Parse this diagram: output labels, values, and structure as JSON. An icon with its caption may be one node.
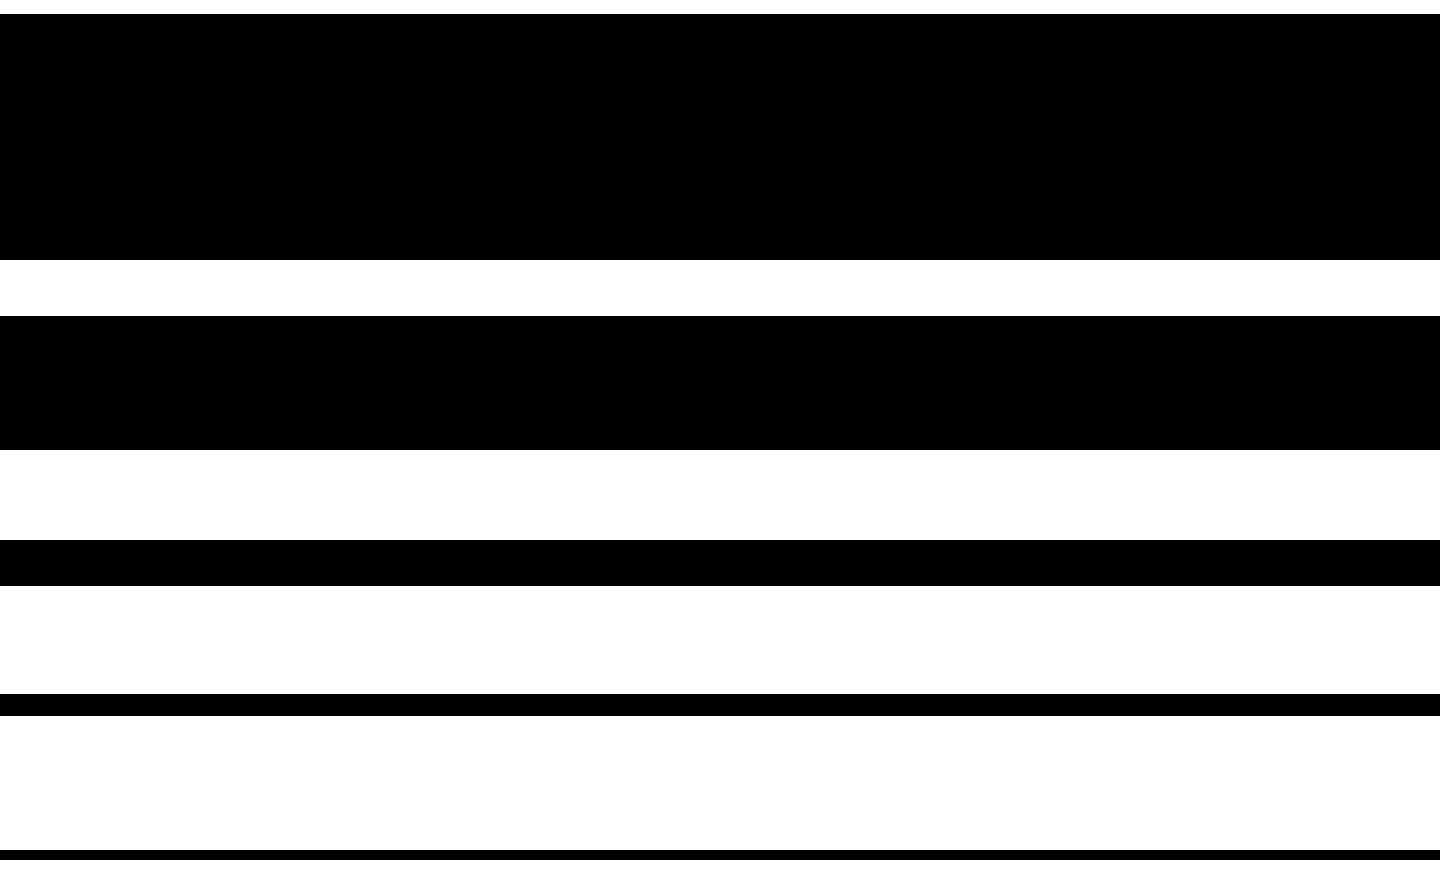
{
  "diagram": {
    "nodes": [
      {
        "text": [],
        "shape": "bar"
      },
      {
        "text": [],
        "shape": "bar"
      },
      {
        "text": [],
        "shape": "bar"
      },
      {
        "text": [],
        "shape": "bar"
      },
      {
        "text": [],
        "shape": "bar"
      }
    ]
  }
}
